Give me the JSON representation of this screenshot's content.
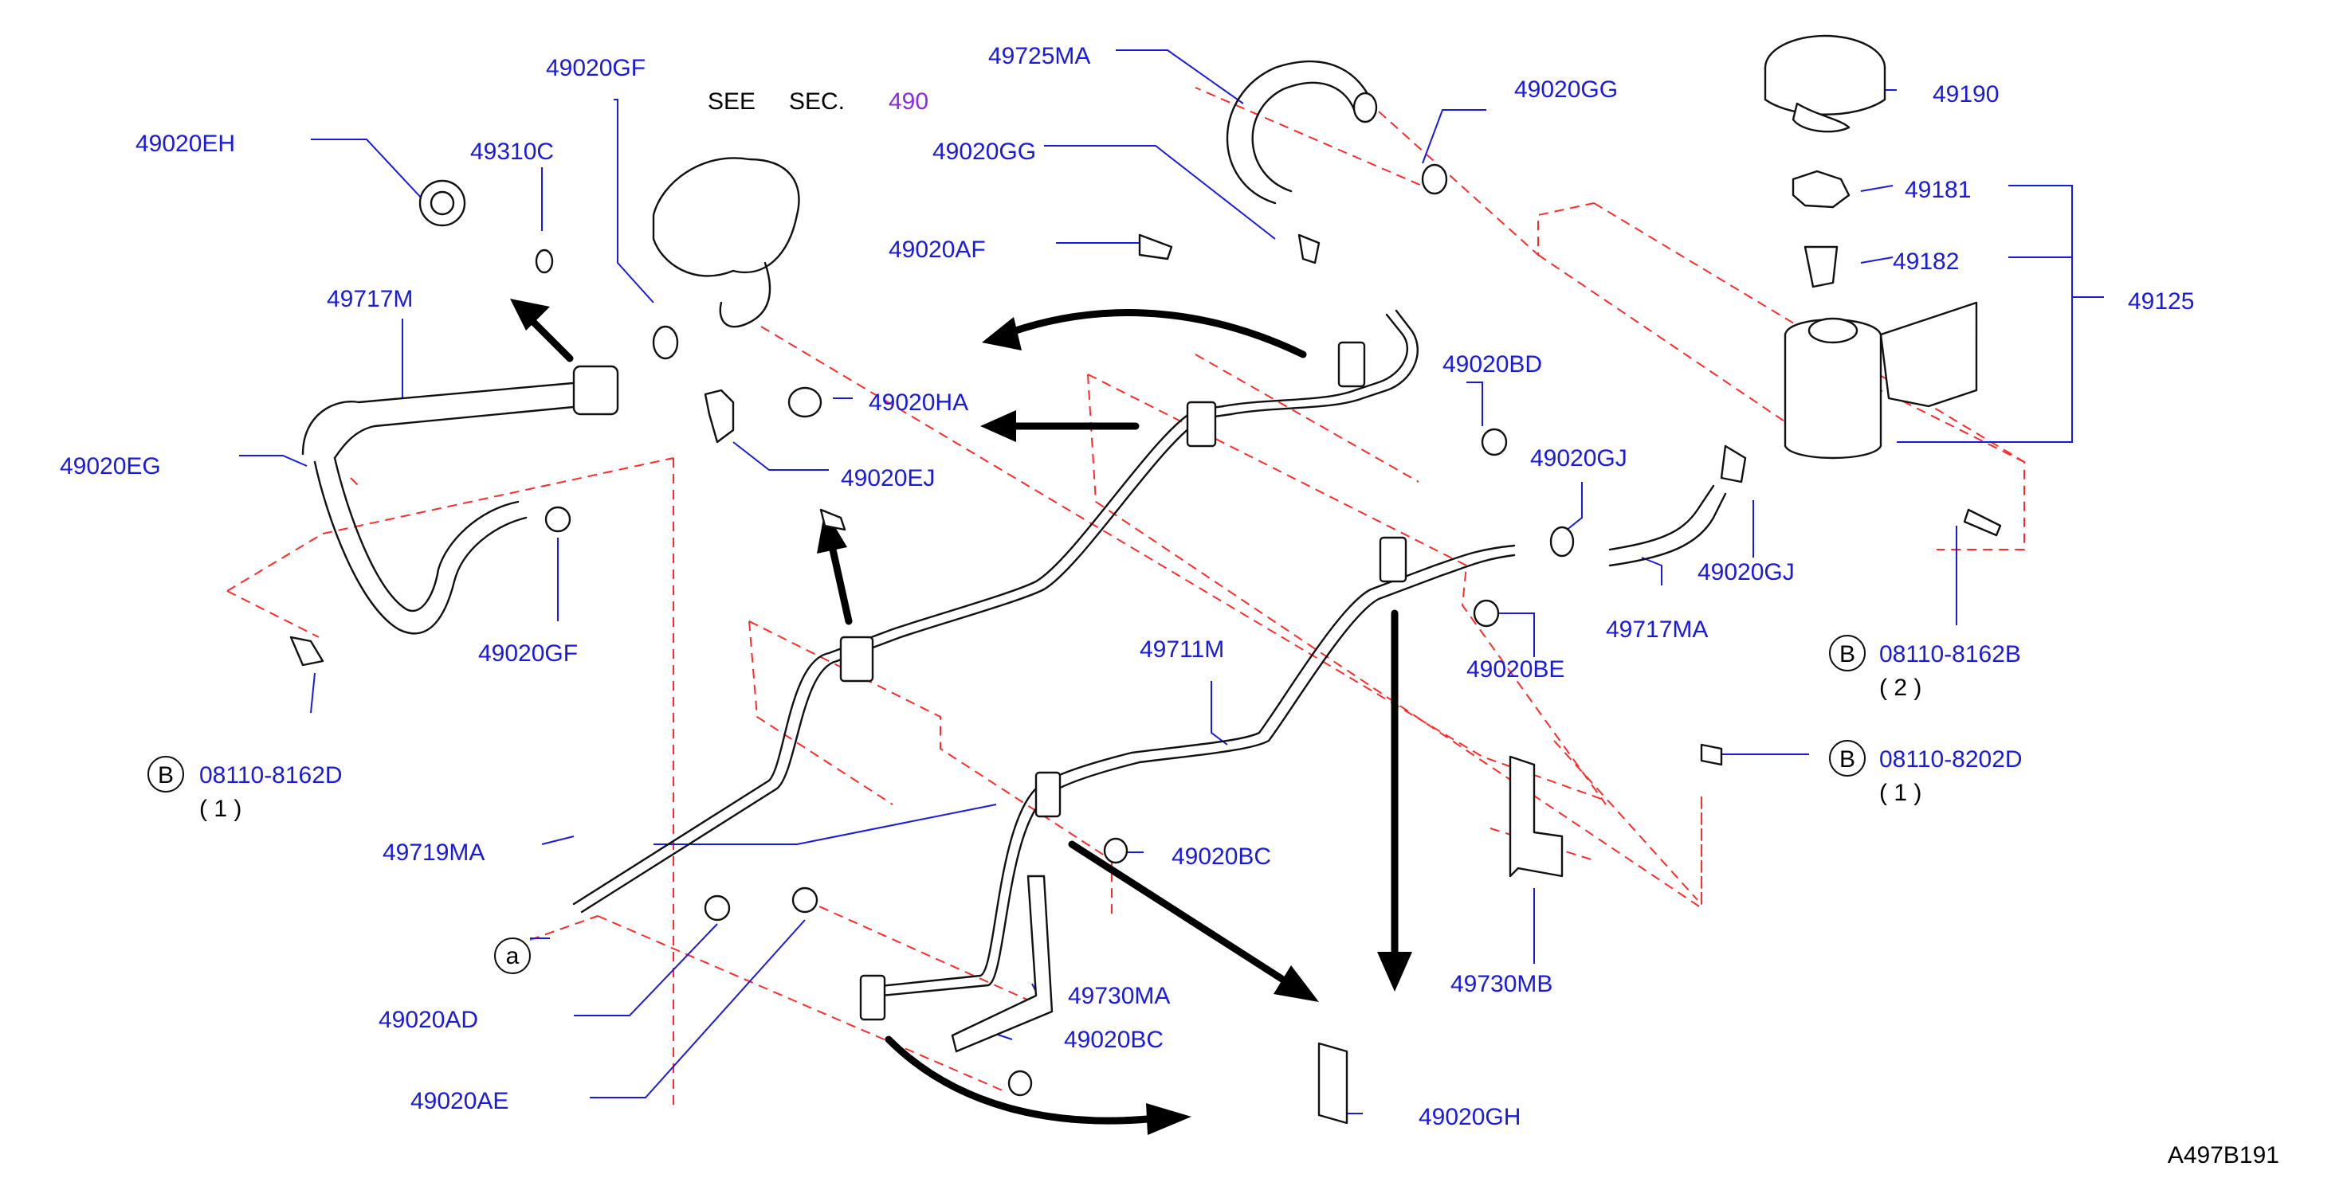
{
  "diagram": {
    "see_section_prefix": "SEE",
    "see_section_word": "SEC.",
    "see_section_number": "490",
    "drawing_code": "A497B191",
    "colors": {
      "label": "#1a1adc",
      "dashed_line": "#ff2b2b",
      "section_ref": "#8a2be2",
      "lines": "#111111"
    },
    "labels": {
      "p49020GF_top": "49020GF",
      "p49020EH": "49020EH",
      "p49310C": "49310C",
      "p49717M": "49717M",
      "p49020EG": "49020EG",
      "p49020GF_low": "49020GF",
      "p49725MA": "49725MA",
      "p49020GG_right": "49020GG",
      "p49020GG_left": "49020GG",
      "p49020AF": "49020AF",
      "p49020HA": "49020HA",
      "p49020EJ": "49020EJ",
      "p49020BD": "49020BD",
      "p49020GJ_top": "49020GJ",
      "p49190": "49190",
      "p49181": "49181",
      "p49182": "49182",
      "p49125": "49125",
      "p49020GJ_low": "49020GJ",
      "p49717MA": "49717MA",
      "p49711M": "49711M",
      "p49020BE": "49020BE",
      "p49719MA": "49719MA",
      "p49020BC_mid": "49020BC",
      "p49730MA": "49730MA",
      "p49020BC_low": "49020BC",
      "p49020AD": "49020AD",
      "p49020AE": "49020AE",
      "p49020GH": "49020GH",
      "p49730MB": "49730MB"
    },
    "bolt_refs": [
      {
        "badge": "B",
        "code": "08110-8162D",
        "qty": "( 1 )"
      },
      {
        "badge": "B",
        "code": "08110-8162B",
        "qty": "( 2 )"
      },
      {
        "badge": "B",
        "code": "08110-8202D",
        "qty": "( 1 )"
      }
    ],
    "connector_ref": "a"
  }
}
